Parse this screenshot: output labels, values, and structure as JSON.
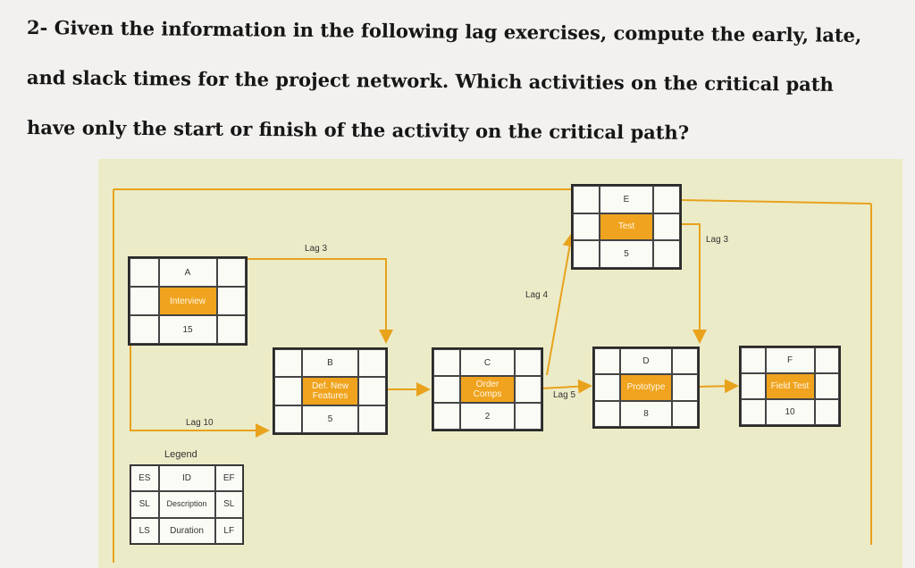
{
  "question": {
    "line1": "2- Given the information in the following lag exercises, compute the early, late,",
    "line2": "and slack times for the project network. Which activities on the critical path",
    "line3": "have only the start or finish of the activity on the critical path?"
  },
  "nodes": {
    "A": {
      "id": "A",
      "description": "Interview",
      "duration": "15"
    },
    "B": {
      "id": "B",
      "description": "Def. New Features",
      "duration": "5"
    },
    "C": {
      "id": "C",
      "description": "Order Comps",
      "duration": "2"
    },
    "D": {
      "id": "D",
      "description": "Prototype",
      "duration": "8"
    },
    "E": {
      "id": "E",
      "description": "Test",
      "duration": "5"
    },
    "F": {
      "id": "F",
      "description": "Field Test",
      "duration": "10"
    }
  },
  "lags": {
    "ab_top": "Lag 3",
    "ab_bottom": "Lag 10",
    "ce": "Lag 4",
    "cd": "Lag 5",
    "ef": "Lag 3"
  },
  "legend": {
    "title": "Legend",
    "es": "ES",
    "id": "ID",
    "ef": "EF",
    "sl_left": "SL",
    "description": "Description",
    "sl_right": "SL",
    "ls": "LS",
    "duration": "Duration",
    "lf": "LF"
  },
  "colors": {
    "arrow": "#e8a21c",
    "highlight": "#f0a31e",
    "paper": "#ecebc8"
  }
}
